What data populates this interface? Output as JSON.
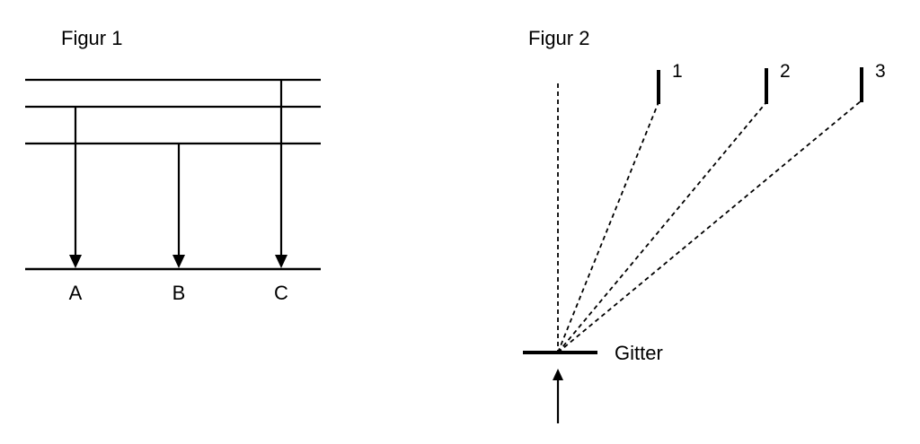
{
  "figur1": {
    "title": "Figur 1",
    "levels": [
      {
        "name": "level-top"
      },
      {
        "name": "level-2"
      },
      {
        "name": "level-3"
      },
      {
        "name": "level-ground"
      }
    ],
    "transitions": [
      {
        "label": "A",
        "from": "level-2",
        "to": "level-ground"
      },
      {
        "label": "B",
        "from": "level-3",
        "to": "level-ground"
      },
      {
        "label": "C",
        "from": "level-top",
        "to": "level-ground"
      }
    ]
  },
  "figur2": {
    "title": "Figur 2",
    "grating_label": "Gitter",
    "detectors": [
      {
        "label": "1"
      },
      {
        "label": "2"
      },
      {
        "label": "3"
      }
    ]
  }
}
